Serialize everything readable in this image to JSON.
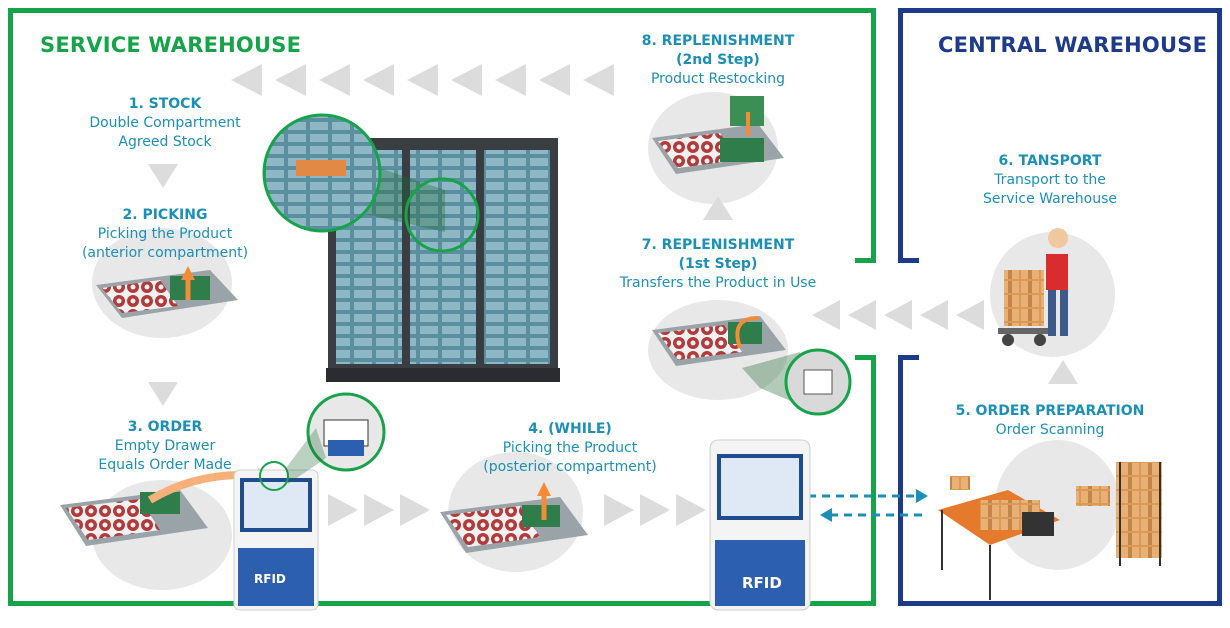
{
  "titles": {
    "service": "SERVICE WAREHOUSE",
    "central": "CENTRAL WAREHOUSE"
  },
  "steps": {
    "stock": {
      "head": "1. STOCK",
      "line1": "Double Compartment",
      "line2": "Agreed Stock"
    },
    "picking": {
      "head": "2. PICKING",
      "line1": "Picking the Product",
      "line2": "(anterior compartment)"
    },
    "order": {
      "head": "3. ORDER",
      "line1": "Empty Drawer",
      "line2": "Equals Order Made"
    },
    "while": {
      "head": "4. (WHILE)",
      "line1": "Picking the Product",
      "line2": "(posterior compartment)"
    },
    "prep": {
      "head": "5.  ORDER PREPARATION",
      "line1": "Order Scanning"
    },
    "transport": {
      "head": "6. TANSPORT",
      "line1": "Transport to the",
      "line2": "Service Warehouse"
    },
    "rep1": {
      "head": "7. REPLENISHMENT",
      "head2": "(1st Step)",
      "line1": "Transfers the Product in Use"
    },
    "rep2": {
      "head": "8. REPLENISHMENT",
      "head2": "(2nd Step)",
      "line1": "Product Restocking"
    }
  },
  "terminal_label": "RFID",
  "colors": {
    "service_frame": "#16a34a",
    "central_frame": "#1e3a8a",
    "step_text": "#1b8fb5",
    "arrow_grey": "#dcdcdc",
    "orange": "#f28c38"
  }
}
